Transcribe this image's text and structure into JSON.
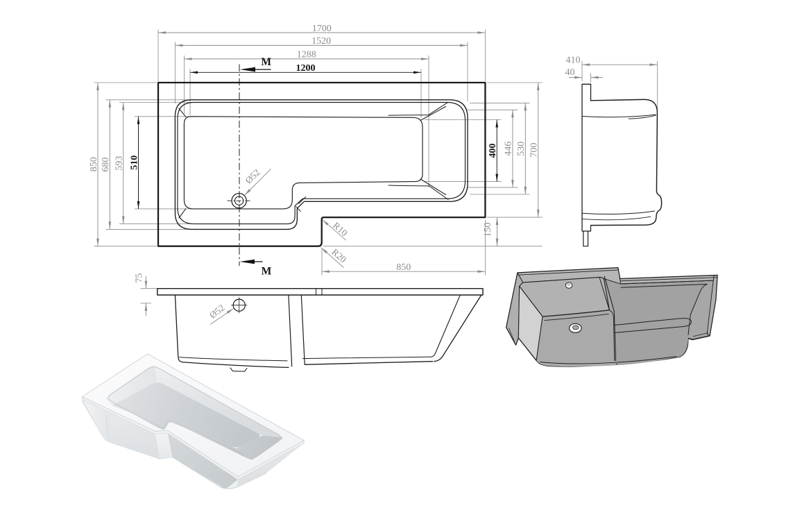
{
  "document": {
    "type": "technical-drawing",
    "subject": "L-shaped shower bath"
  },
  "plan": {
    "dims": {
      "overall_length": "1700",
      "rim_length": "1520",
      "floor_length": "1288",
      "flat_length": "1200",
      "overall_width": "850",
      "rim_width": "680",
      "inner_width": "593",
      "floor_width": "510",
      "foot_floor_width": "400",
      "foot_inner_width": "446",
      "foot_rim_width": "530",
      "foot_overall_width": "700",
      "step_depth": "150",
      "shower_length": "850"
    },
    "labels": {
      "radius_inner": "R10",
      "radius_outer": "R20",
      "drain": "Ø52",
      "section": "M"
    }
  },
  "side": {
    "dims": {
      "depth": "410",
      "flange": "40"
    }
  },
  "front": {
    "dims": {
      "rim_height": "75"
    },
    "labels": {
      "drain": "Ø52"
    }
  },
  "colors": {
    "background": "#ffffff",
    "outline": "#1c1c1c",
    "dimension": "#8c8c8c",
    "emphasis": "#141414",
    "render_gray": "#a9a9a9",
    "render_white": "#f4f5f6"
  }
}
